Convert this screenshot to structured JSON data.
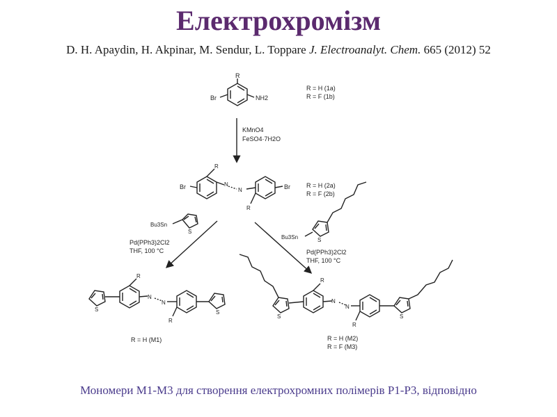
{
  "title": "Електрохромізм",
  "citation": {
    "authors": "D. H. Apaydin, H. Akpinar, M. Sendur, L. Toppare",
    "journal": "J. Electroanalyt. Chem.",
    "volume_pages": "665 (2012) 52"
  },
  "caption": "Мономери М1-М3 для створення електрохромних полімерів Р1-Р3, відповідно",
  "scheme": {
    "start": {
      "atom_br": "Br",
      "atom_nh2": "NH2",
      "atom_r": "R",
      "labels": [
        "R = H (1a)",
        "R = F (1b)"
      ]
    },
    "step1_reagents": [
      "KMnO4",
      "FeSO4·7H2O"
    ],
    "azo": {
      "atom_br_left": "Br",
      "atom_br_right": "Br",
      "atom_n": "N",
      "atom_r": "R",
      "labels": [
        "R = H (2a)",
        "R = F (2b)"
      ]
    },
    "left_branch": {
      "reagent_stannane": "Bu3Sn",
      "reagent_s": "S",
      "conditions": [
        "Pd(PPh3)2Cl2",
        "THF, 100 °C"
      ]
    },
    "right_branch": {
      "reagent_stannane": "Bu3Sn",
      "reagent_s": "S",
      "conditions": [
        "Pd(PPh3)2Cl2",
        "THF, 100 °C"
      ]
    },
    "product_m1": {
      "atom_s": "S",
      "atom_n": "N",
      "atom_r": "R",
      "label": "R = H (M1)"
    },
    "product_m2m3": {
      "atom_s": "S",
      "atom_n": "N",
      "atom_r": "R",
      "labels": [
        "R = H (M2)",
        "R = F (M3)"
      ]
    }
  }
}
